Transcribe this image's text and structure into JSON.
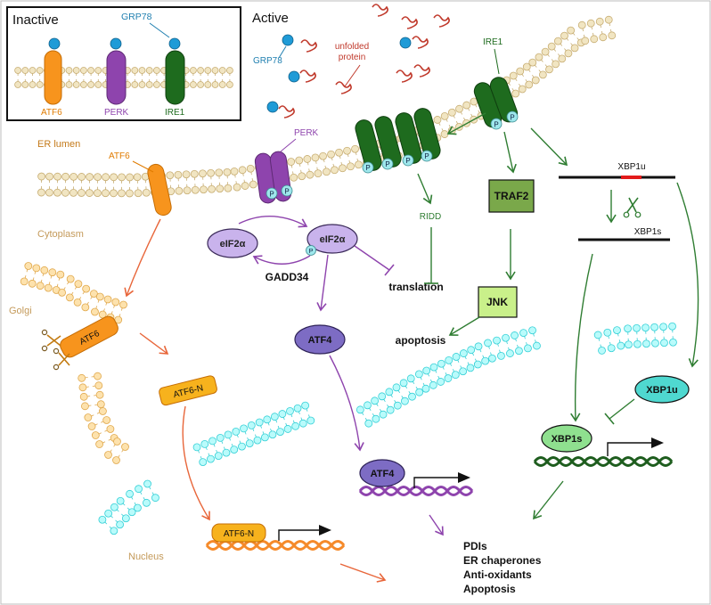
{
  "inset": {
    "title": "Inactive",
    "chaperone_label": "GRP78",
    "receptors": [
      "ATF6",
      "PERK",
      "IRE1"
    ]
  },
  "state_label": "Active",
  "grp78_label": "GRP78",
  "unfolded_label": [
    "unfolded",
    "protein"
  ],
  "compartments": {
    "er_lumen": "ER lumen",
    "cytoplasm": "Cytoplasm",
    "golgi": "Golgi",
    "nucleus": "Nucleus"
  },
  "receptor_labels": {
    "atf6": "ATF6",
    "perk": "PERK",
    "ire1": "IRE1"
  },
  "phospho": "P",
  "nodes": {
    "eif2a": "eIF2α",
    "eif2a_p": "eIF2α",
    "gadd34": "GADD34",
    "translation": "translation",
    "ridd": "RIDD",
    "traf2": "TRAF2",
    "jnk": "JNK",
    "apoptosis": "apoptosis",
    "atf4": "ATF4",
    "atf4_nuclear": "ATF4",
    "atf6_golgi": "ATF6",
    "atf6n": "ATF6-N",
    "atf6n_nuclear": "ATF6-N",
    "xbp1u_gene": "XBP1u",
    "xbp1s_gene": "XBP1s",
    "xbp1u_protein": "XBP1u",
    "xbp1s_protein": "XBP1s"
  },
  "outputs": [
    "PDIs",
    "ER chaperones",
    "Anti-oxidants",
    "Apoptosis"
  ],
  "colors": {
    "atf6": "#f7941d",
    "perk": "#8e44ad",
    "ire1": "#1e6b1e",
    "grp78": "#1f9bd7",
    "unfolded": "#c0392b",
    "membrane": "#e8d5a3",
    "golgi": "#fbd38d",
    "nucleus_membrane": "#7ff0f0",
    "traf2": "#7aa84a",
    "jnk": "#c9f08a",
    "atf4": "#8a7bd0",
    "xbp1s": "#8fe08f",
    "xbp1u": "#4fd8d0"
  }
}
